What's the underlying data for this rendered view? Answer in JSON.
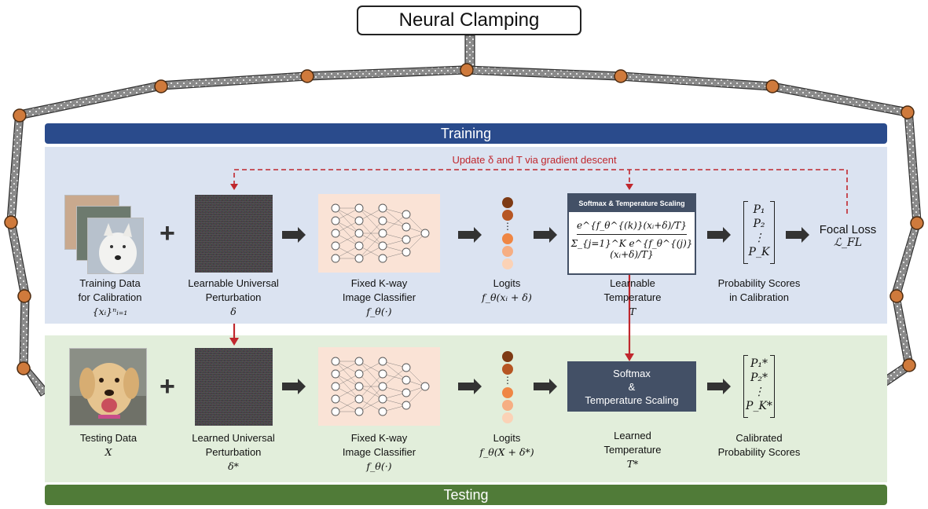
{
  "title": "Neural Clamping",
  "training": {
    "banner": "Training",
    "update_note": "Update δ and T via gradient descent",
    "data": {
      "line1": "Training Data",
      "line2": "for Calibration",
      "math": "{xᵢ}ⁿᵢ₌₁"
    },
    "perturbation": {
      "line1": "Learnable Universal",
      "line2": "Perturbation",
      "math": "δ"
    },
    "classifier": {
      "line1": "Fixed K-way",
      "line2": "Image Classifier",
      "math": "f_θ(·)"
    },
    "logits": {
      "line1": "Logits",
      "math": "f_θ(xᵢ + δ)"
    },
    "temperature_box": {
      "header": "Softmax & Temperature Scaling",
      "numerator": "e^{f_θ^{(k)}(xᵢ+δ)/T}",
      "denominator": "Σ_{j=1}^K e^{f_θ^{(j)}(xᵢ+δ)/T}"
    },
    "temperature": {
      "line1": "Learnable",
      "line2": "Temperature",
      "math": "T"
    },
    "probs": {
      "p1": "P₁",
      "p2": "P₂",
      "dots": "⋮",
      "pk": "P_K",
      "line1": "Probability Scores",
      "line2": "in Calibration"
    },
    "loss": {
      "line1": "Focal Loss",
      "math": "ℒ_FL"
    }
  },
  "testing": {
    "banner": "Testing",
    "data": {
      "line1": "Testing Data",
      "math": "X"
    },
    "perturbation": {
      "line1": "Learned Universal",
      "line2": "Perturbation",
      "math": "δ*"
    },
    "classifier": {
      "line1": "Fixed K-way",
      "line2": "Image Classifier",
      "math": "f_θ(·)"
    },
    "logits": {
      "line1": "Logits",
      "math": "f_θ(X + δ*)"
    },
    "temperature_box": {
      "line1": "Softmax",
      "line2": "&",
      "line3": "Temperature Scaling"
    },
    "temperature": {
      "line1": "Learned",
      "line2": "Temperature",
      "math": "T*"
    },
    "probs": {
      "p1": "P₁*",
      "p2": "P₂*",
      "dots": "⋮",
      "pk": "P_K*",
      "line1": "Calibrated",
      "line2": "Probability Scores"
    }
  },
  "colors": {
    "training_banner": "#2a4b8c",
    "testing_banner": "#507b38",
    "training_panel": "#dbe3f1",
    "testing_panel": "#e2eedb",
    "gradient_arrow": "#c0272d",
    "temp_box": "#435066",
    "frame_joint": "#cf7a3c",
    "classifier_bg": "#fae3d6"
  },
  "icons": [
    "clamp-frame",
    "neural-network-icon",
    "logit-column-icon",
    "noise-image",
    "dog-photo"
  ]
}
